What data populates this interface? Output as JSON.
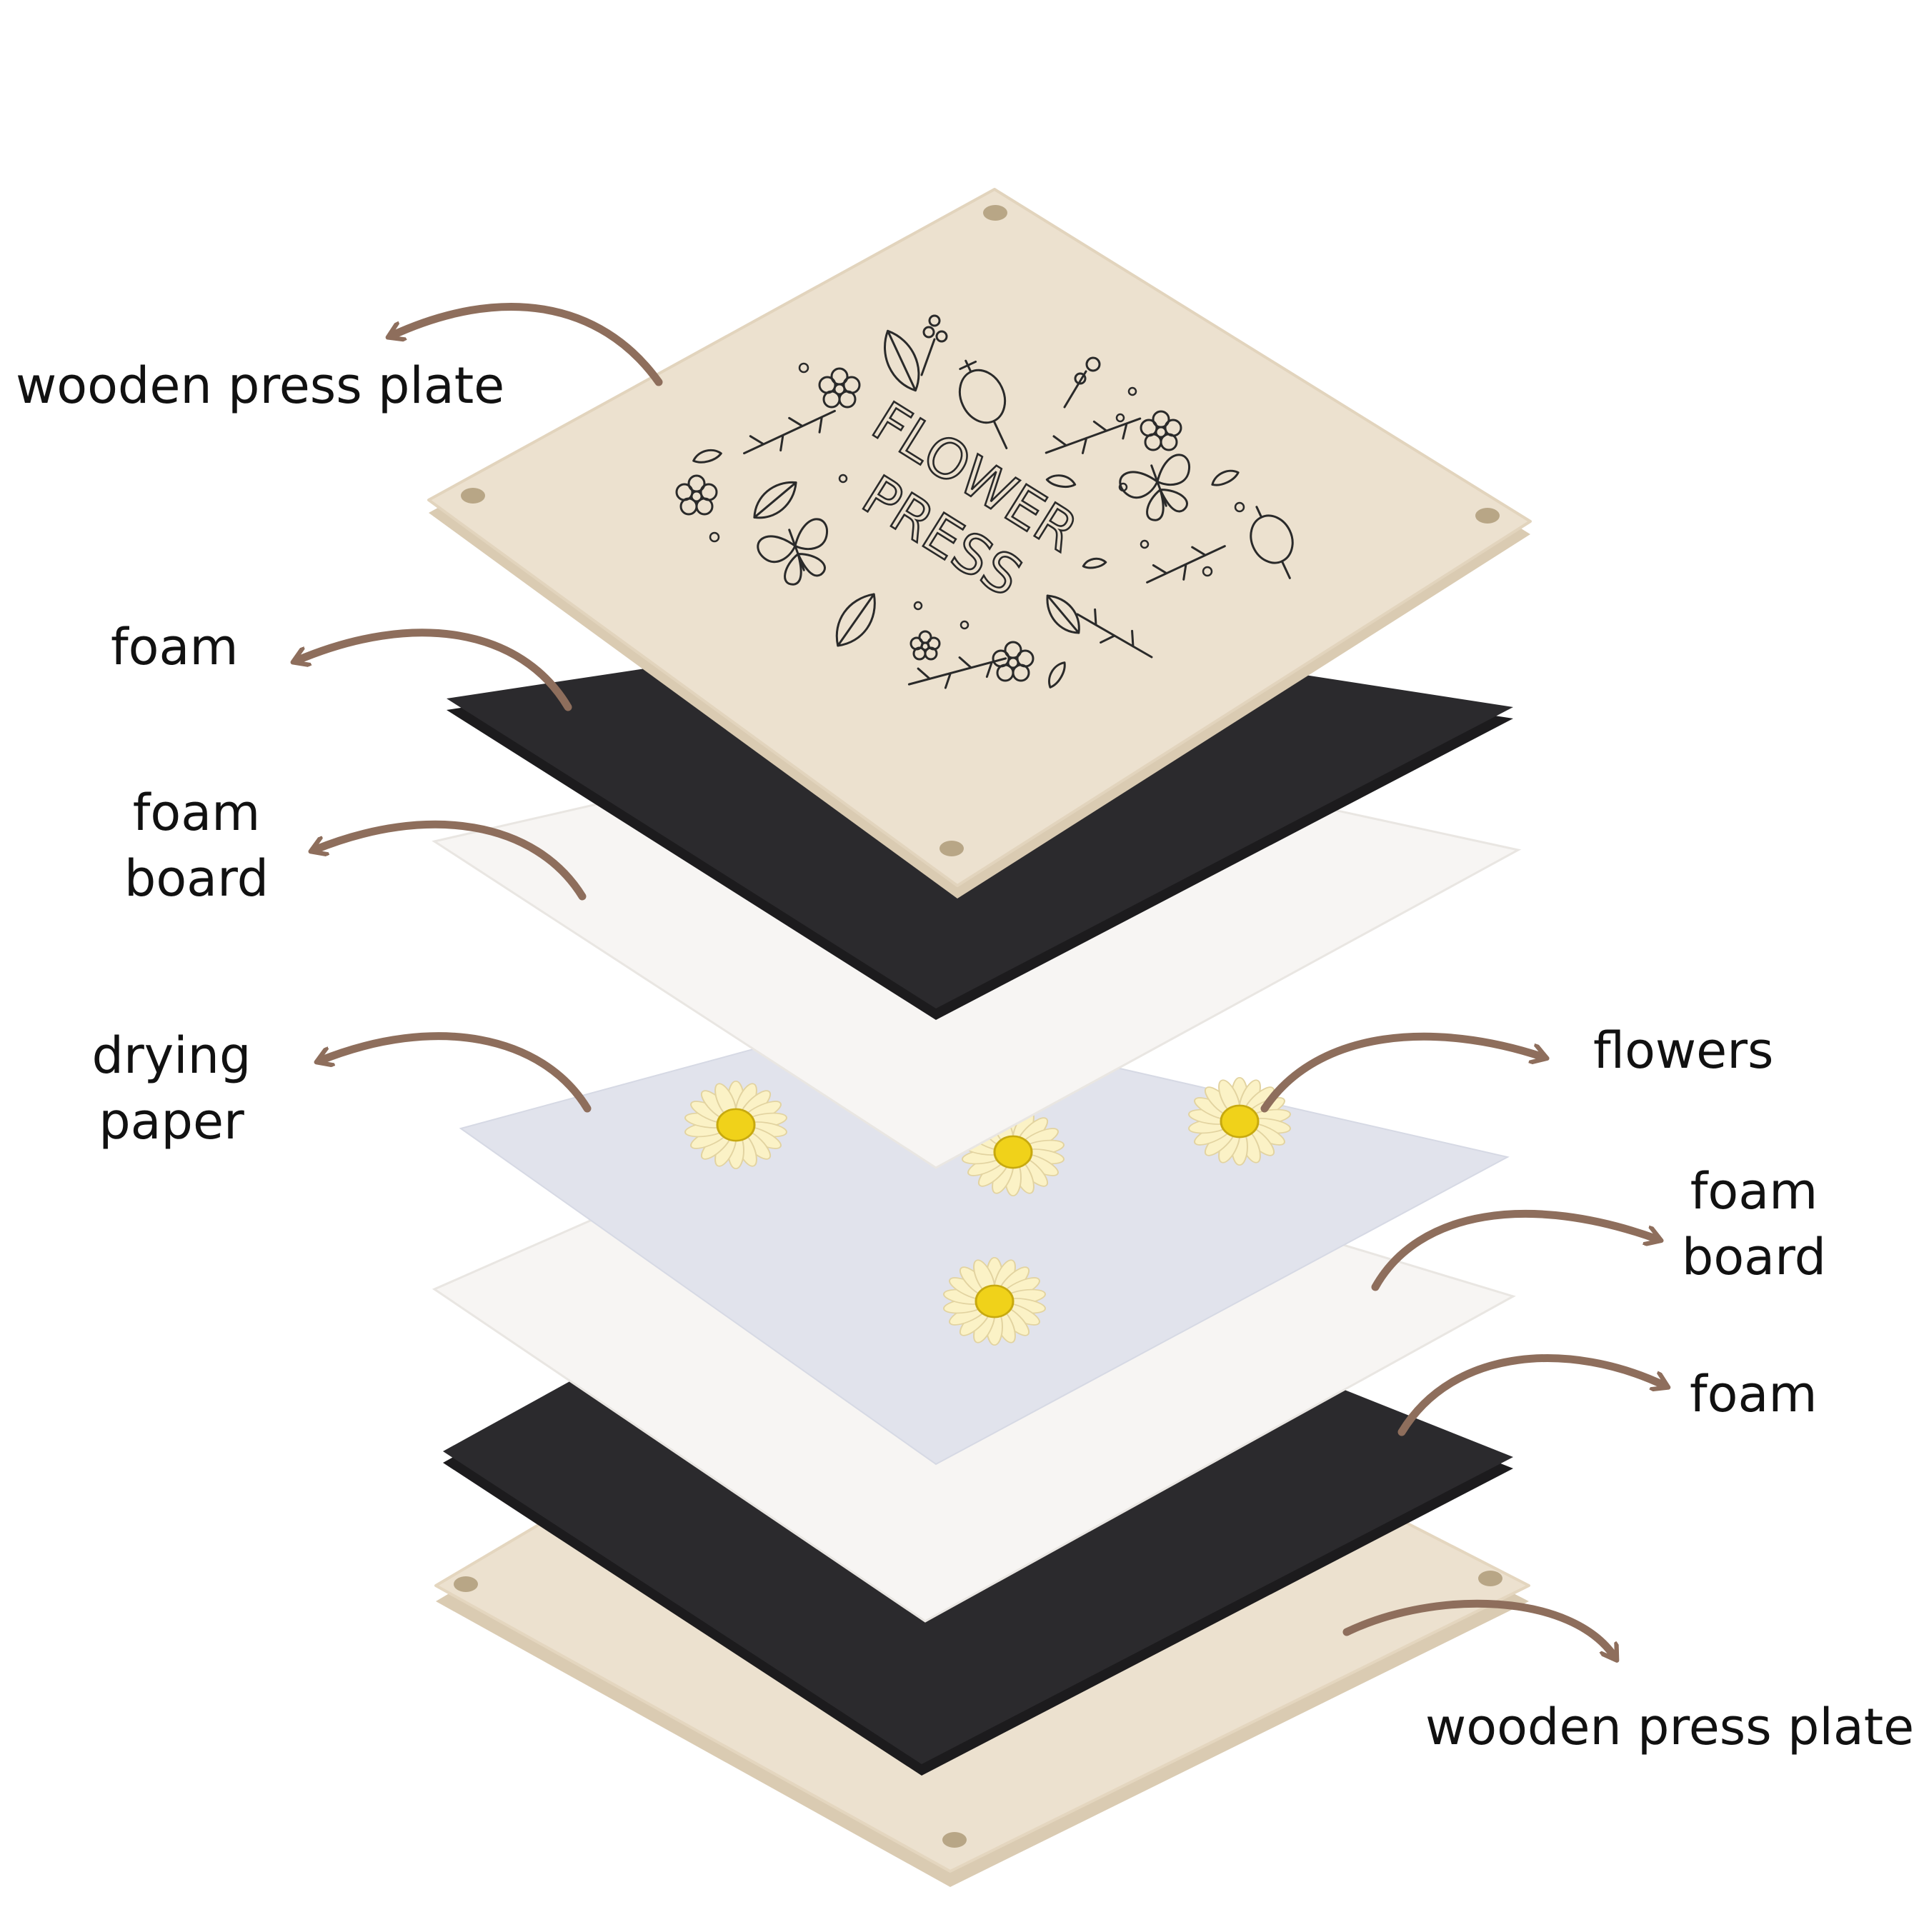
{
  "colors": {
    "wood": "#ece1cf",
    "wood_edge": "#dacbb2",
    "foam": "#2b2a2d",
    "foam_board": "#f7f5f3",
    "drying_paper": "#e1e3ec",
    "arrow": "#8e6e5c",
    "ink": "#2a2a2a",
    "petal": "#fbf2c6",
    "flower_center": "#f0d21a"
  },
  "plate": {
    "lines": [
      "FLOWER",
      "PRESS"
    ]
  },
  "labels": {
    "top_wooden_plate": [
      "wooden press plate"
    ],
    "top_foam": [
      "foam"
    ],
    "top_foam_board": [
      "foam",
      "board"
    ],
    "drying_paper": [
      "drying",
      "paper"
    ],
    "flowers": [
      "flowers"
    ],
    "bottom_foam_board": [
      "foam",
      "board"
    ],
    "bottom_foam": [
      "foam"
    ],
    "bottom_wooden_plate": [
      "wooden press plate"
    ]
  }
}
